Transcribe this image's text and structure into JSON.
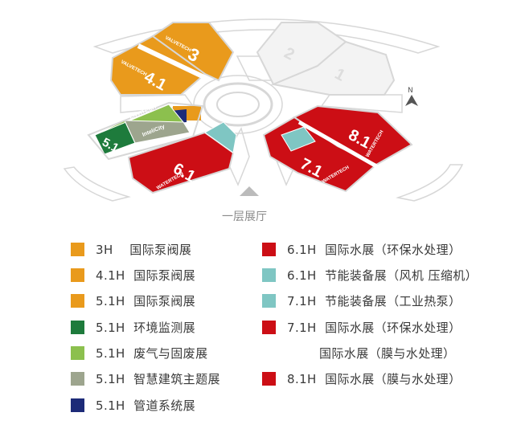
{
  "colors": {
    "orange": "#E99A1C",
    "dark_green": "#1E7B3C",
    "light_green": "#8CC04E",
    "grey_green": "#9DA58E",
    "navy": "#1D2B78",
    "red": "#CC0E15",
    "teal": "#7FC6C3",
    "outline_grey": "#D7D7D7"
  },
  "map": {
    "north_label": "N",
    "floor_label": "一层展厅",
    "halls": [
      {
        "id": "4.1",
        "label": "4.1"
      },
      {
        "id": "3",
        "label": "3"
      },
      {
        "id": "2",
        "label": "2"
      },
      {
        "id": "1",
        "label": "1"
      },
      {
        "id": "5.1",
        "label": "5.1"
      },
      {
        "id": "6.1",
        "label": "6.1"
      },
      {
        "id": "7.1",
        "label": "7.1"
      },
      {
        "id": "8.1",
        "label": "8.1"
      }
    ],
    "brand_labels": {
      "valve": "VALVETECH",
      "water": "WATERTECH",
      "env": "ENVITECH",
      "intelicity": "InteliCity"
    }
  },
  "legend": [
    {
      "text": "3H    国际泵阀展",
      "color": "#E99A1C"
    },
    {
      "text": "4.1H  国际泵阀展",
      "color": "#E99A1C"
    },
    {
      "text": "5.1H  国际泵阀展",
      "color": "#E99A1C"
    },
    {
      "text": "5.1H  环境监测展",
      "color": "#1E7B3C"
    },
    {
      "text": "5.1H  废气与固废展",
      "color": "#8CC04E"
    },
    {
      "text": "5.1H  智慧建筑主题展",
      "color": "#9DA58E"
    },
    {
      "text": "5.1H  管道系统展",
      "color": "#1D2B78"
    },
    {
      "text": "6.1H  国际水展（环保水处理）",
      "color": "#CC0E15"
    },
    {
      "text": "6.1H  节能装备展（风机 压缩机）",
      "color": "#7FC6C3"
    },
    {
      "text": "7.1H  节能装备展（工业热泵）",
      "color": "#7FC6C3"
    },
    {
      "text": "7.1H  国际水展（环保水处理）",
      "color": "#CC0E15"
    },
    {
      "text": "国际水展（膜与水处理）",
      "color": ""
    },
    {
      "text": "8.1H  国际水展（膜与水处理）",
      "color": "#CC0E15"
    }
  ]
}
